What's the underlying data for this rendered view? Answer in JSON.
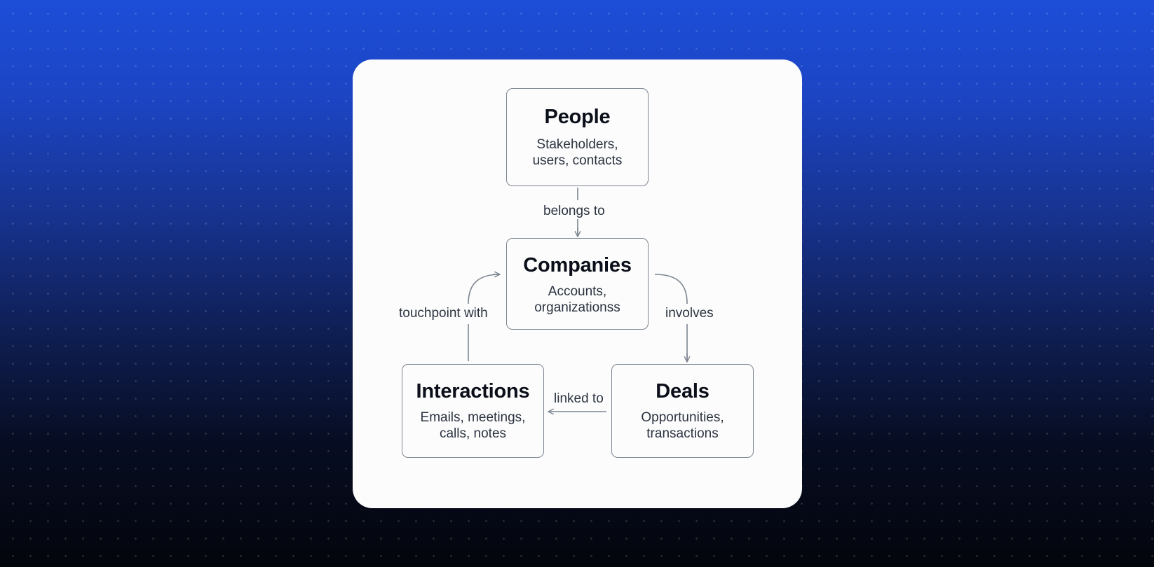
{
  "diagram": {
    "nodes": {
      "people": {
        "title": "People",
        "subtitle": [
          "Stakeholders,",
          "users, contacts"
        ]
      },
      "companies": {
        "title": "Companies",
        "subtitle": [
          "Accounts,",
          "organizationss"
        ]
      },
      "interactions": {
        "title": "Interactions",
        "subtitle": [
          "Emails, meetings,",
          "calls, notes"
        ]
      },
      "deals": {
        "title": "Deals",
        "subtitle": [
          "Opportunities,",
          "transactions"
        ]
      }
    },
    "edges": {
      "people_to_companies": "belongs to",
      "companies_to_deals": "involves",
      "deals_to_interactions": "linked to",
      "interactions_to_companies": "touchpoint with"
    },
    "colors": {
      "background_top": "#1d4ed8",
      "background_bottom": "#03050c",
      "card": "#fcfcfc",
      "node_border": "#7c8591",
      "arrow": "#7c8591",
      "title_text": "#0b0f19",
      "body_text": "#2b3340"
    }
  }
}
